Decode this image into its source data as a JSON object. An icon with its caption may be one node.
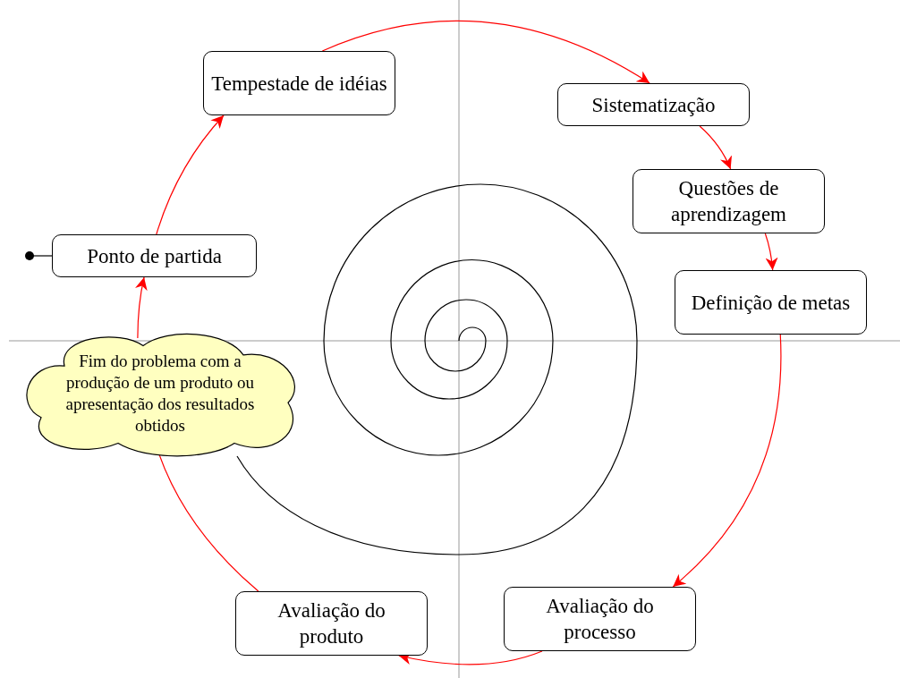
{
  "diagram": {
    "nodes": [
      {
        "text": [
          "Tempestade de idéias"
        ]
      },
      {
        "text": [
          "Sistematização"
        ]
      },
      {
        "text": [
          "Ponto de partida"
        ]
      },
      {
        "text": [
          "Questões de aprendizagem"
        ]
      },
      {
        "text": [
          "Definição de metas"
        ]
      },
      {
        "text": [
          "Fim do problema com a produção de um produto ou apresentação dos resultados obtidos"
        ]
      },
      {
        "text": [
          "Avaliação do produto"
        ]
      },
      {
        "text": [
          "Avaliação do processo"
        ]
      }
    ],
    "edges": [
      {
        "from": 2,
        "to": 0,
        "arrow": "to"
      },
      {
        "from": 0,
        "to": 1,
        "arrow": "to"
      },
      {
        "from": 1,
        "to": 3,
        "arrow": "to"
      },
      {
        "from": 3,
        "to": 4,
        "arrow": "to"
      },
      {
        "from": 4,
        "to": 7,
        "arrow": "to"
      },
      {
        "from": 7,
        "to": 6,
        "arrow": "to"
      },
      {
        "from": 6,
        "to": 5,
        "arrow": "none"
      },
      {
        "from": 5,
        "to": 2,
        "arrow": "to"
      },
      {
        "from": null,
        "to": 2,
        "arrow": "other",
        "color": "#000000"
      }
    ]
  }
}
